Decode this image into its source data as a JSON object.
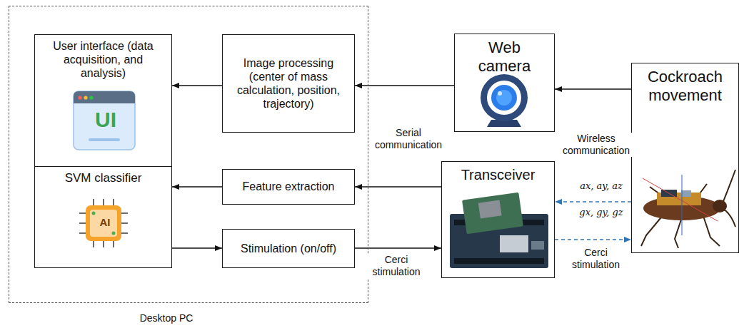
{
  "diagram": {
    "nodes": [
      {
        "text": [
          "Desktop PC"
        ]
      },
      {
        "text": [
          "User interface (data acquisition, and analysis)"
        ],
        "in": 0
      },
      {
        "text": [
          "SVM classifier"
        ],
        "in": 0
      },
      {
        "text": [
          "Image processing (center of mass calculation, position, trajectory)"
        ],
        "in": 0
      },
      {
        "text": [
          "Feature extraction"
        ],
        "in": 0
      },
      {
        "text": [
          "Stimulation (on/off)"
        ],
        "in": 0
      },
      {
        "text": [
          "Web camera"
        ]
      },
      {
        "text": [
          "Transceiver"
        ]
      },
      {
        "text": [
          "Cockroach movement"
        ]
      }
    ],
    "edges": [
      {
        "from": 8,
        "to": 6,
        "arrow": "to"
      },
      {
        "from": 6,
        "to": 3,
        "arrow": "to"
      },
      {
        "from": 3,
        "to": 1,
        "arrow": "to"
      },
      {
        "from": 7,
        "to": 4,
        "arrow": "to",
        "label": "Serial communication"
      },
      {
        "from": 4,
        "to": 2,
        "arrow": "to"
      },
      {
        "from": 2,
        "to": 5,
        "arrow": "to"
      },
      {
        "from": 5,
        "to": 7,
        "arrow": "to",
        "label": "Cerci stimulation"
      },
      {
        "from": 8,
        "to": 7,
        "arrow": "to",
        "label": "Wireless communication"
      },
      {
        "from": 7,
        "to": 8,
        "arrow": "to",
        "label": "Cerci stimulation"
      }
    ],
    "labels": [
      "UI",
      "AI",
      "ax, ay, az",
      "gx, gy, gz"
    ]
  }
}
